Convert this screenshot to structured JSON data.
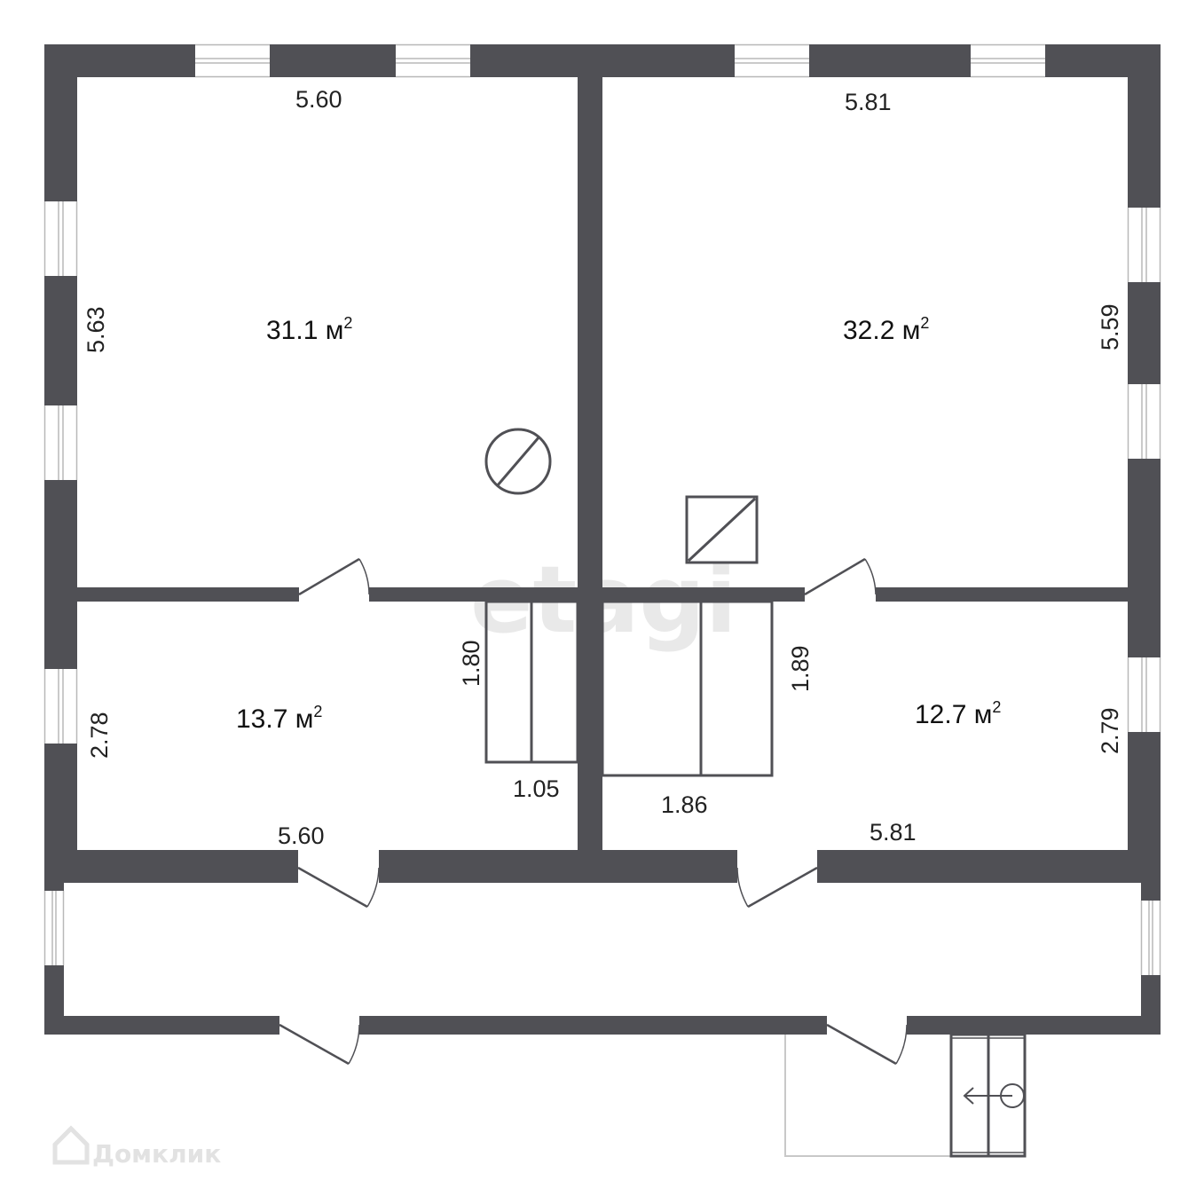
{
  "watermarks": {
    "etagi": "etagi",
    "domclick": "Домклик"
  },
  "rooms": [
    {
      "area": "31.1 м",
      "sup": "2"
    },
    {
      "area": "32.2 м",
      "sup": "2"
    },
    {
      "area": "13.7 м",
      "sup": "2"
    },
    {
      "area": "12.7 м",
      "sup": "2"
    }
  ],
  "dimensions": {
    "room1_top": "5.60",
    "room1_left": "5.63",
    "room2_top": "5.81",
    "room2_right": "5.59",
    "room3_left": "2.78",
    "room3_bottom": "5.60",
    "room4_right": "2.79",
    "room4_bottom": "5.81",
    "closet_left_h": "1.80",
    "closet_left_w": "1.05",
    "closet_right_h": "1.89",
    "closet_right_w": "1.86"
  },
  "colors": {
    "wall": "#505055",
    "text": "#111111",
    "watermark": "#e9e9e9"
  }
}
